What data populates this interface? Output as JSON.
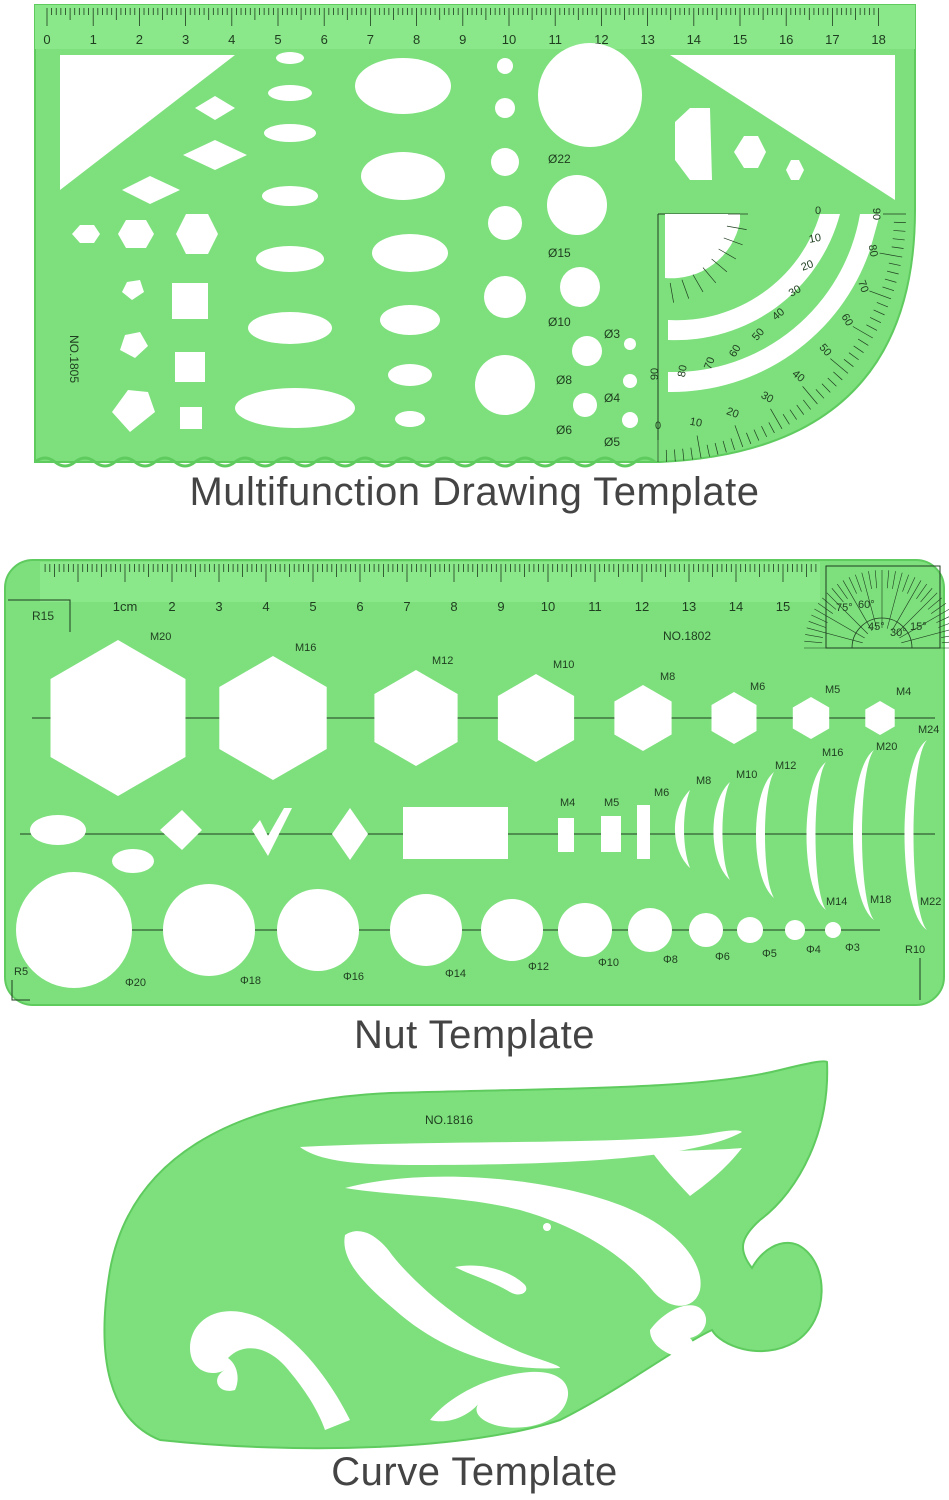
{
  "colors": {
    "plastic": "#7de07d",
    "plastic_edge": "#5fcb5f",
    "print": "#1f3d1f",
    "caption": "#444444",
    "background": "#ffffff"
  },
  "captions": {
    "multifunction": "Multifunction Drawing Template",
    "nut": "Nut Template",
    "curve": "Curve Template"
  },
  "multifunction": {
    "model": "NO.1805",
    "ruler_numbers": [
      "0",
      "1",
      "2",
      "3",
      "4",
      "5",
      "6",
      "7",
      "8",
      "9",
      "10",
      "11",
      "12",
      "13",
      "14",
      "15",
      "16",
      "17",
      "18"
    ],
    "circle_labels": [
      "Ø22",
      "Ø15",
      "Ø10",
      "Ø8",
      "Ø6",
      "Ø3",
      "Ø4",
      "Ø5"
    ],
    "protractor_outer": [
      "0",
      "10",
      "20",
      "30",
      "40",
      "50",
      "60",
      "70",
      "80",
      "90"
    ],
    "protractor_inner": [
      "90",
      "80",
      "70",
      "60",
      "50",
      "40",
      "30",
      "20",
      "10",
      "0"
    ]
  },
  "nut": {
    "model": "NO.1802",
    "ruler_numbers": [
      "1cm",
      "2",
      "3",
      "4",
      "5",
      "6",
      "7",
      "8",
      "9",
      "10",
      "11",
      "12",
      "13",
      "14",
      "15"
    ],
    "corner_labels": [
      "R15",
      "R5",
      "R10"
    ],
    "angle_labels": [
      "75°",
      "60°",
      "45°",
      "30°",
      "15°"
    ],
    "hex_labels": [
      "M20",
      "M16",
      "M12",
      "M10",
      "M8",
      "M6",
      "M5",
      "M4"
    ],
    "rect_labels": [
      "M4",
      "M5",
      "M6",
      "M8",
      "M10",
      "M12",
      "M16",
      "M20",
      "M24"
    ],
    "circle_labels": [
      "Φ20",
      "Φ18",
      "Φ16",
      "Φ14",
      "Φ12",
      "Φ10",
      "Φ8",
      "Φ6",
      "Φ5",
      "Φ4",
      "Φ3"
    ],
    "slot_labels": [
      "M14",
      "M18",
      "M22"
    ]
  },
  "curve": {
    "model": "NO.1816"
  }
}
